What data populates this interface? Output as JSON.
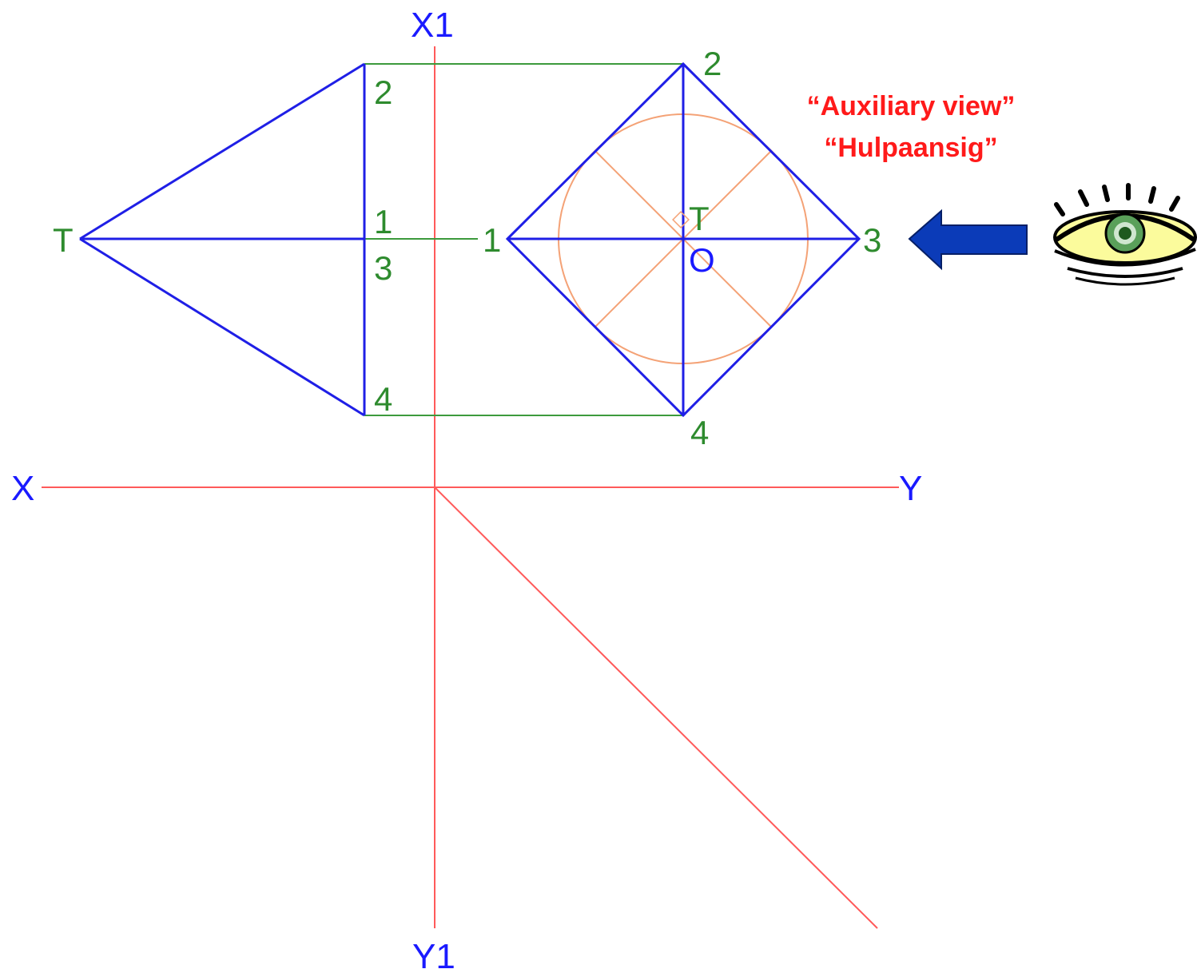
{
  "colors": {
    "background": "#ffffff",
    "axis_lines": "#ff5a5a",
    "axis_text": "#1a1aff",
    "projector_lines": "#3c9a3c",
    "point_labels": "#2e8b2e",
    "object_lines": "#1f1fe6",
    "circle": "#f4a276",
    "center_label": "#1a1aff",
    "annotation": "#ff1a1a",
    "arrow": "#0b3bb8"
  },
  "axes": {
    "x_left": "X",
    "y_right": "Y",
    "x1_top": "X1",
    "y1_bottom": "Y1"
  },
  "front_view": {
    "apex": "T",
    "top": "2",
    "middle_upper": "1",
    "middle_lower": "3",
    "bottom": "4"
  },
  "aux_view": {
    "top": "2",
    "left": "1",
    "right": "3",
    "bottom": "4",
    "apex": "T",
    "center": "O"
  },
  "annotation": {
    "line1": "“Auxiliary view”",
    "line2": "“Hulpaansig”"
  },
  "icons": {
    "arrow": "left-arrow-icon",
    "eye": "eye-icon"
  }
}
